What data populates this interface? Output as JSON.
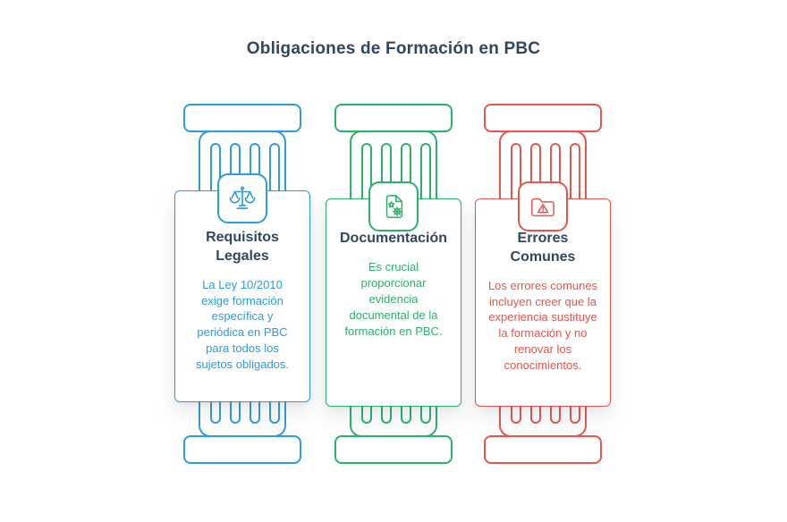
{
  "title": "Obligaciones de Formación en PBC",
  "colors": {
    "blue": "#2D9CDB",
    "green": "#2BB169",
    "red": "#E5564F",
    "heading": "#33475C"
  },
  "columns": [
    {
      "id": "requisitos-legales",
      "accent": "#2D9CDB",
      "icon": "scales-icon",
      "title": "Requisitos Legales",
      "body": "La Ley 10/2010 exige formación específica y periódica en PBC para todos los sujetos obligados."
    },
    {
      "id": "documentacion",
      "accent": "#2BB169",
      "icon": "document-gear-icon",
      "title": "Documentación",
      "body": "Es crucial proporcionar evidencia documental de la formación en PBC."
    },
    {
      "id": "errores-comunes",
      "accent": "#E5564F",
      "icon": "folder-warning-icon",
      "title": "Errores Comunes",
      "body": "Los errores comunes incluyen creer que la experiencia sustituye la formación y no renovar los conocimientos."
    }
  ]
}
